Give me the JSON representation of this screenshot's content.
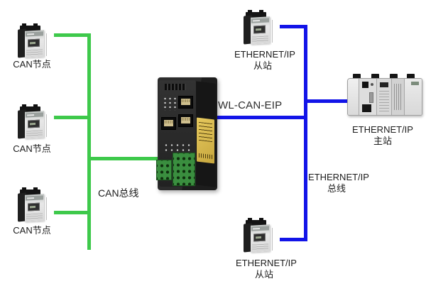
{
  "colors": {
    "can_bus": "#3ec94b",
    "eip_bus": "#1214e8"
  },
  "gateway": {
    "name": "WL-CAN-EIP"
  },
  "can": {
    "bus_label": "CAN总线",
    "nodes": [
      {
        "label": "CAN节点"
      },
      {
        "label": "CAN节点"
      },
      {
        "label": "CAN节点"
      }
    ]
  },
  "eip": {
    "bus_label": [
      "ETHERNET/IP",
      "总线"
    ],
    "slave_top": [
      "ETHERNET/IP",
      "从站"
    ],
    "slave_bottom": [
      "ETHERNET/IP",
      "从站"
    ],
    "master": [
      "ETHERNET/IP",
      "主站"
    ]
  }
}
